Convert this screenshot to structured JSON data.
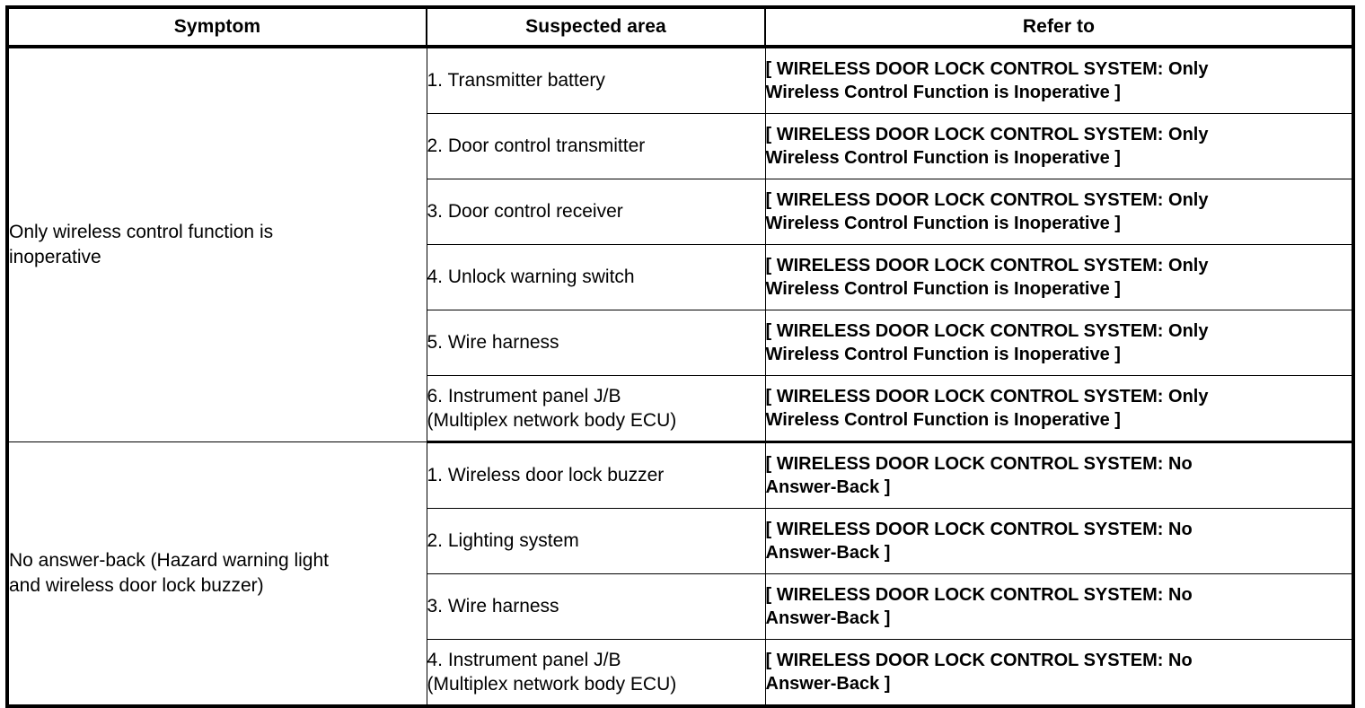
{
  "table": {
    "headers": {
      "symptom": "Symptom",
      "suspected_area": "Suspected area",
      "refer_to": "Refer to"
    },
    "blocks": [
      {
        "symptom": "Only wireless control function is inoperative",
        "symptom_lines": [
          "Only wireless control function is",
          "inoperative"
        ],
        "rows": [
          {
            "suspected_area": "1. Transmitter battery",
            "area_lines": [
              "1. Transmitter battery"
            ],
            "refer_to": "[ WIRELESS DOOR LOCK CONTROL SYSTEM: Only Wireless Control Function is Inoperative ]",
            "refer_lines": [
              "[ WIRELESS DOOR LOCK CONTROL SYSTEM: Only",
              "Wireless Control Function is Inoperative ]"
            ]
          },
          {
            "suspected_area": "2. Door control transmitter",
            "area_lines": [
              "2. Door control transmitter"
            ],
            "refer_to": "[ WIRELESS DOOR LOCK CONTROL SYSTEM: Only Wireless Control Function is Inoperative ]",
            "refer_lines": [
              "[ WIRELESS DOOR LOCK CONTROL SYSTEM: Only",
              "Wireless Control Function is Inoperative ]"
            ]
          },
          {
            "suspected_area": "3. Door control receiver",
            "area_lines": [
              "3. Door control receiver"
            ],
            "refer_to": "[ WIRELESS DOOR LOCK CONTROL SYSTEM: Only Wireless Control Function is Inoperative ]",
            "refer_lines": [
              "[ WIRELESS DOOR LOCK CONTROL SYSTEM: Only",
              "Wireless Control Function is Inoperative ]"
            ]
          },
          {
            "suspected_area": "4. Unlock warning switch",
            "area_lines": [
              "4. Unlock warning switch"
            ],
            "refer_to": "[ WIRELESS DOOR LOCK CONTROL SYSTEM: Only Wireless Control Function is Inoperative ]",
            "refer_lines": [
              "[ WIRELESS DOOR LOCK CONTROL SYSTEM: Only",
              "Wireless Control Function is Inoperative ]"
            ]
          },
          {
            "suspected_area": "5. Wire harness",
            "area_lines": [
              "5. Wire harness"
            ],
            "refer_to": "[ WIRELESS DOOR LOCK CONTROL SYSTEM: Only Wireless Control Function is Inoperative ]",
            "refer_lines": [
              "[ WIRELESS DOOR LOCK CONTROL SYSTEM: Only",
              "Wireless Control Function is Inoperative ]"
            ]
          },
          {
            "suspected_area": "6. Instrument panel J/B (Multiplex network body ECU)",
            "area_lines": [
              "6. Instrument panel J/B",
              "(Multiplex network body ECU)"
            ],
            "refer_to": "[ WIRELESS DOOR LOCK CONTROL SYSTEM: Only Wireless Control Function is Inoperative ]",
            "refer_lines": [
              "[ WIRELESS DOOR LOCK CONTROL SYSTEM: Only",
              "Wireless Control Function is Inoperative ]"
            ]
          }
        ]
      },
      {
        "symptom": "No answer-back (Hazard warning light and wireless door lock buzzer)",
        "symptom_lines": [
          "No answer-back (Hazard warning light",
          "and wireless door lock buzzer)"
        ],
        "rows": [
          {
            "suspected_area": "1. Wireless door lock buzzer",
            "area_lines": [
              "1. Wireless door lock buzzer"
            ],
            "refer_to": "[ WIRELESS DOOR LOCK CONTROL SYSTEM: No Answer-Back ]",
            "refer_lines": [
              "[ WIRELESS DOOR LOCK CONTROL SYSTEM: No",
              "Answer-Back ]"
            ]
          },
          {
            "suspected_area": "2. Lighting system",
            "area_lines": [
              "2. Lighting system"
            ],
            "refer_to": "[ WIRELESS DOOR LOCK CONTROL SYSTEM: No Answer-Back ]",
            "refer_lines": [
              "[ WIRELESS DOOR LOCK CONTROL SYSTEM: No",
              "Answer-Back ]"
            ]
          },
          {
            "suspected_area": "3. Wire harness",
            "area_lines": [
              "3. Wire harness"
            ],
            "refer_to": "[ WIRELESS DOOR LOCK CONTROL SYSTEM: No Answer-Back ]",
            "refer_lines": [
              "[ WIRELESS DOOR LOCK CONTROL SYSTEM: No",
              "Answer-Back ]"
            ]
          },
          {
            "suspected_area": "4. Instrument panel J/B (Multiplex network body ECU)",
            "area_lines": [
              "4. Instrument panel J/B",
              "(Multiplex network body ECU)"
            ],
            "refer_to": "[ WIRELESS DOOR LOCK CONTROL SYSTEM: No Answer-Back ]",
            "refer_lines": [
              "[ WIRELESS DOOR LOCK CONTROL SYSTEM: No",
              "Answer-Back ]"
            ]
          }
        ]
      }
    ]
  },
  "colors": {
    "border": "#000000",
    "text": "#000000",
    "background": "#ffffff"
  }
}
